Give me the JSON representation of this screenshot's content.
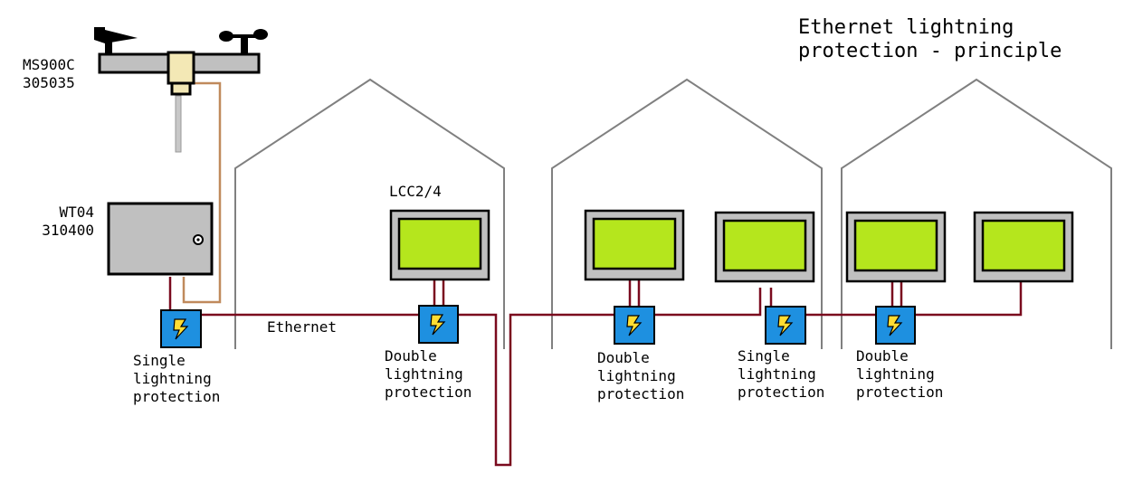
{
  "title": {
    "line1": "Ethernet lightning",
    "line2": "protection - principle"
  },
  "sensor": {
    "name": "MS900C",
    "code": "305035"
  },
  "transmitter": {
    "name": "WT04",
    "code": "310400"
  },
  "display_label": "LCC2/4",
  "ethernet_label": "Ethernet",
  "protections": [
    {
      "line1": "Single",
      "line2": "lightning",
      "line3": "protection"
    },
    {
      "line1": "Double",
      "line2": "lightning",
      "line3": "protection"
    },
    {
      "line1": "Double",
      "line2": "lightning",
      "line3": "protection"
    },
    {
      "line1": "Single",
      "line2": "lightning",
      "line3": "protection"
    },
    {
      "line1": "Double",
      "line2": "lightning",
      "line3": "protection"
    }
  ],
  "colors": {
    "house_outline": "#808080",
    "ethernet_cable": "#7a0a1e",
    "sensor_cable": "#c08a5c",
    "protector_fill": "#1e90e0",
    "bolt_fill": "#ffdd33",
    "screen_fill": "#b5e61d",
    "device_gray": "#c0c0c0"
  }
}
